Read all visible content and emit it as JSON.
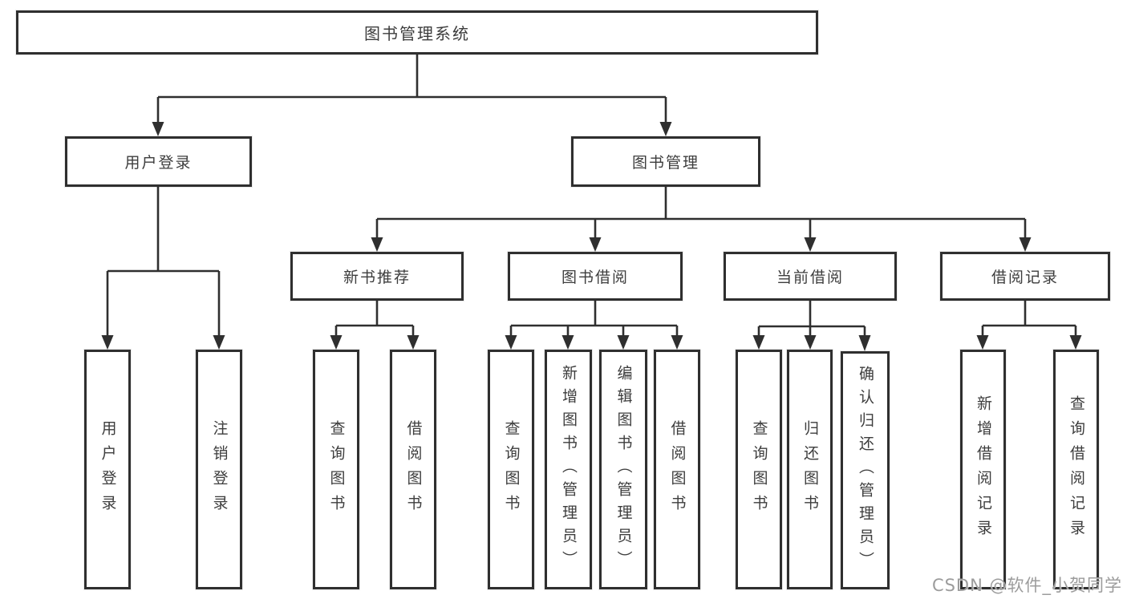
{
  "watermark": "CSDN @软件_小贺同学",
  "colors": {
    "line": "#2f2f2f",
    "text": "#3d3d3d",
    "watermark": "#9c9c9c",
    "background": "#ffffff"
  },
  "tree": {
    "label": "图书管理系统",
    "children": [
      {
        "label": "用户登录",
        "children": [
          {
            "label": "用户登录"
          },
          {
            "label": "注销登录"
          }
        ]
      },
      {
        "label": "图书管理",
        "children": [
          {
            "label": "新书推荐",
            "children": [
              {
                "label": "查询图书"
              },
              {
                "label": "借阅图书"
              }
            ]
          },
          {
            "label": "图书借阅",
            "children": [
              {
                "label": "查询图书"
              },
              {
                "label": "新增图书（管理员）"
              },
              {
                "label": "编辑图书（管理员）"
              },
              {
                "label": "借阅图书"
              }
            ]
          },
          {
            "label": "当前借阅",
            "children": [
              {
                "label": "查询图书"
              },
              {
                "label": "归还图书"
              },
              {
                "label": "确认归还（管理员）"
              }
            ]
          },
          {
            "label": "借阅记录",
            "children": [
              {
                "label": "新增借阅记录"
              },
              {
                "label": "查询借阅记录"
              }
            ]
          }
        ]
      }
    ]
  }
}
